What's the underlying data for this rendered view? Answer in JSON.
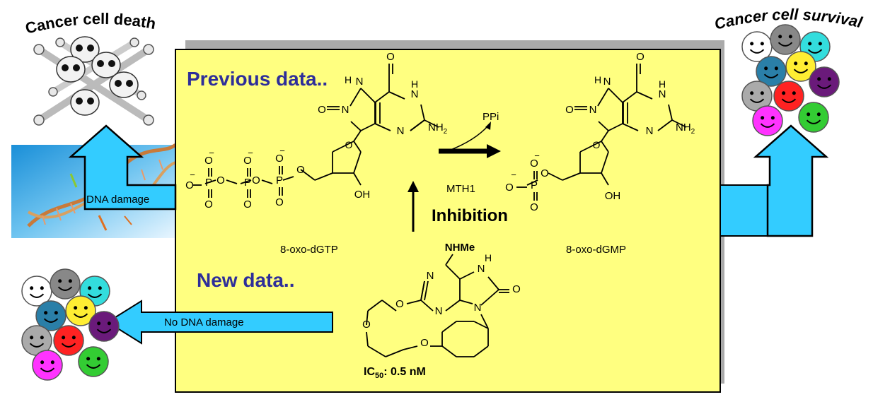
{
  "top_left_label": "Cancer cell death",
  "top_right_label": "Cancer cell survival",
  "previous_heading": "Previous data..",
  "new_heading": "New data..",
  "arrow_dna_damage": "DNA damage",
  "arrow_no_dna_damage": "No DNA damage",
  "enzyme": "MTH1",
  "byproduct": "PPi",
  "inhibition": "Inhibition",
  "substrate_name": "8-oxo-dGTP",
  "product_name": "8-oxo-dGMP",
  "inhibitor_substituent": "NHMe",
  "ic50_prefix": "IC",
  "ic50_sub": "50",
  "ic50_value": ": 0.5 nM",
  "atoms": {
    "O": "O",
    "OH": "OH",
    "N": "N",
    "H": "H",
    "NH": "NH",
    "NH2": "NH",
    "sub2": "2",
    "P": "P",
    "minus": "−"
  },
  "colors": {
    "panel": "#ffff80",
    "arrow": "#33ccff",
    "heading": "#2e2e9a",
    "skull": "#e8e8e8"
  }
}
